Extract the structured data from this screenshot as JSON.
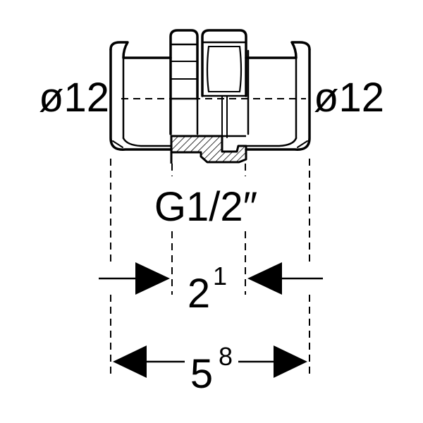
{
  "labels": {
    "left_diameter": "ø12",
    "right_diameter": "ø12",
    "thread": "G1/2″",
    "inner_dim_base": "2",
    "inner_dim_sup": "1",
    "outer_dim_base": "5",
    "outer_dim_sup": "8"
  },
  "colors": {
    "line": "#000000",
    "background": "#ffffff"
  }
}
